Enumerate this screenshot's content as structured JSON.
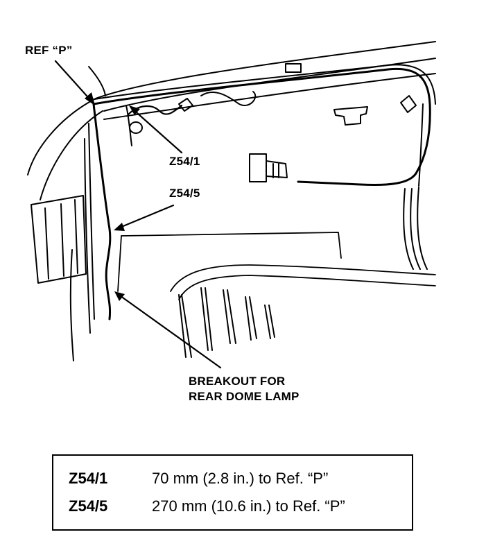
{
  "callouts": {
    "ref_p": "REF “P”",
    "z54_1": "Z54/1",
    "z54_5": "Z54/5",
    "breakout_line1": "BREAKOUT FOR",
    "breakout_line2": "REAR DOME LAMP"
  },
  "spec_table": {
    "rows": [
      {
        "code": "Z54/1",
        "description": "70 mm (2.8 in.) to Ref. “P”"
      },
      {
        "code": "Z54/5",
        "description": "270 mm (10.6 in.) to Ref. “P”"
      }
    ]
  },
  "colors": {
    "line": "#000000",
    "background": "#ffffff"
  }
}
